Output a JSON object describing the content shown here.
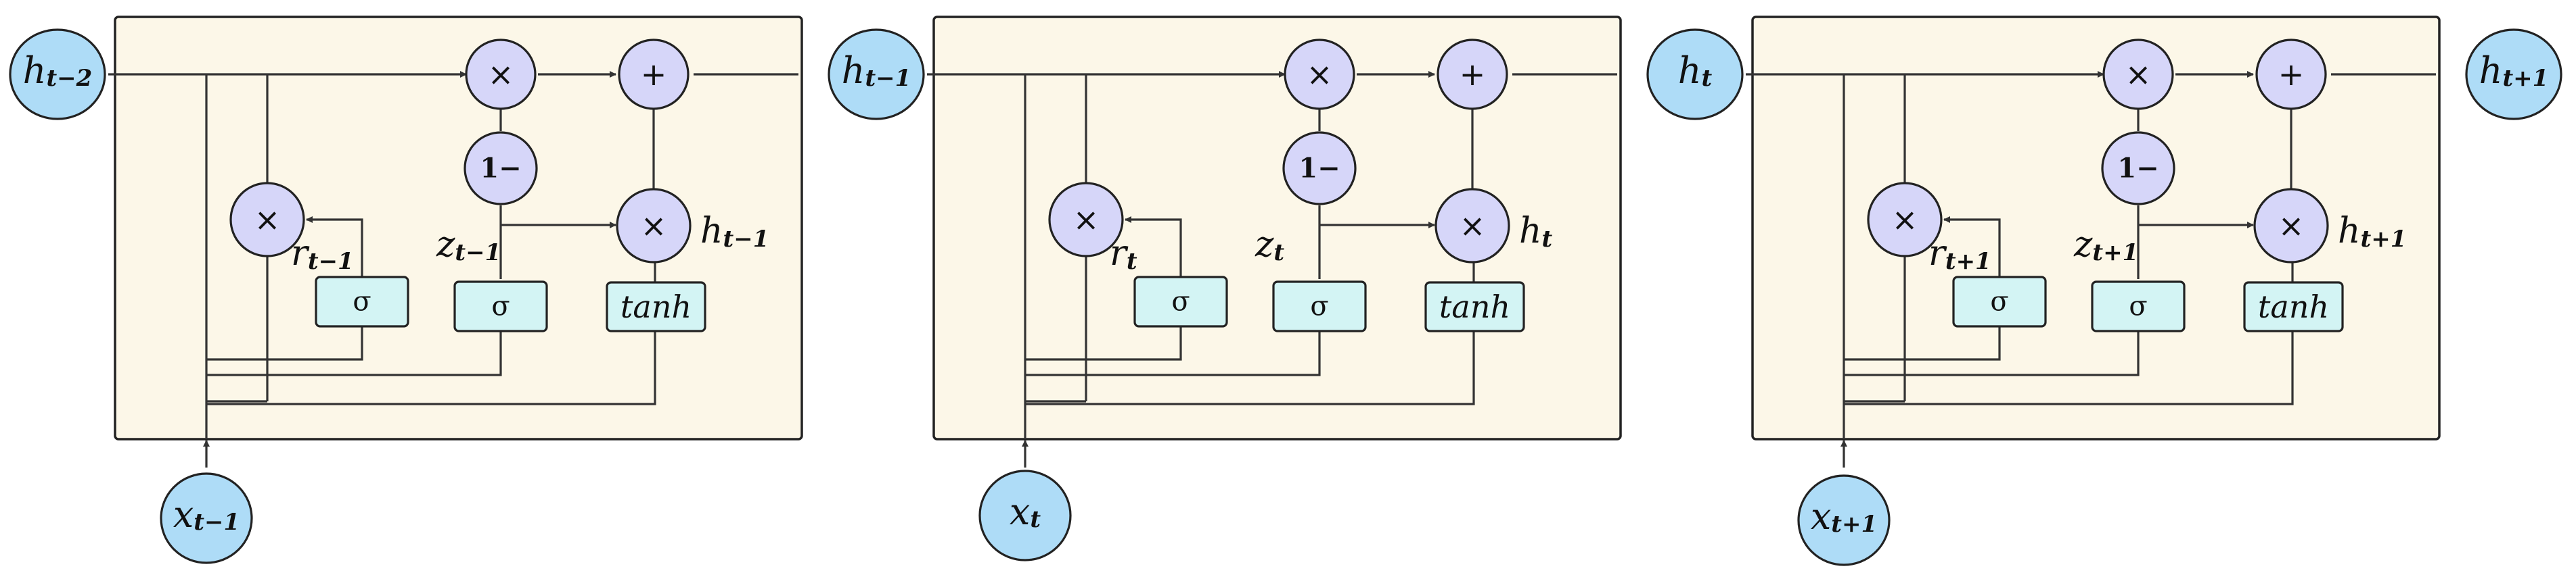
{
  "inputs": [
    {
      "base": "x",
      "sub": "t−1",
      "italic_sub": false
    },
    {
      "base": "x",
      "sub": "t",
      "italic_sub": true
    },
    {
      "base": "x",
      "sub": "t+1",
      "italic_sub": false
    }
  ],
  "states": [
    {
      "base": "h",
      "sub": "t−2",
      "italic_sub": false
    },
    {
      "base": "h",
      "sub": "t−1",
      "italic_sub": false
    },
    {
      "base": "h",
      "sub": "t",
      "italic_sub": true
    },
    {
      "base": "h",
      "sub": "t+1",
      "italic_sub": false
    }
  ],
  "cells": [
    {
      "reset_label": {
        "base": "r",
        "sub": "t−1"
      },
      "update_label": {
        "base": "z",
        "sub": "t−1"
      },
      "hidden_label": {
        "base": "h",
        "sub": "t−1"
      }
    },
    {
      "reset_label": {
        "base": "r",
        "sub": "t"
      },
      "update_label": {
        "base": "z",
        "sub": "t"
      },
      "hidden_label": {
        "base": "h",
        "sub": "t"
      }
    },
    {
      "reset_label": {
        "base": "r",
        "sub": "t+1"
      },
      "update_label": {
        "base": "z",
        "sub": "t+1"
      },
      "hidden_label": {
        "base": "h",
        "sub": "t+1"
      }
    }
  ],
  "symbols": {
    "multiply": "×",
    "add": "+",
    "one_minus": "1−",
    "sigma": "σ",
    "tanh": "tanh"
  },
  "colors": {
    "cell_fill": "#fcf7e8",
    "op_fill": "#d6d6f9",
    "gate_fill": "#d3f4f4",
    "io_fill": "#aedcf7",
    "stroke": "#222222"
  }
}
